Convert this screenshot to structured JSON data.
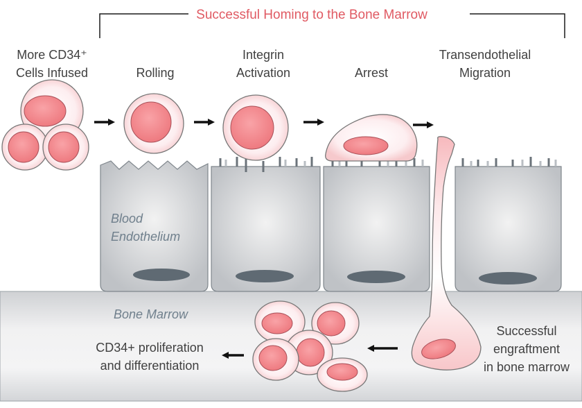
{
  "title": "Successful Homing to the Bone Marrow",
  "steps": {
    "infused_line1": "More CD34⁺",
    "infused_line2": "Cells Infused",
    "rolling": "Rolling",
    "integrin_line1": "Integrin",
    "integrin_line2": "Activation",
    "arrest": "Arrest",
    "migration_line1": "Transendothelial",
    "migration_line2": "Migration"
  },
  "labels": {
    "blood_line1": "Blood",
    "blood_line2": "Endothelium",
    "bone_marrow": "Bone Marrow",
    "proliferation_line1": "CD34+ proliferation",
    "proliferation_line2": "and differentiation",
    "engraftment_line1": "Successful",
    "engraftment_line2": "engraftment",
    "engraftment_line3": "in bone marrow"
  },
  "colors": {
    "accent": "#e05a63",
    "cell_nucleus": "#f4878c",
    "endothelium": "#c9cbce",
    "nucleus_dark": "#5f6a73",
    "marrow_band": "#d9dbde"
  }
}
